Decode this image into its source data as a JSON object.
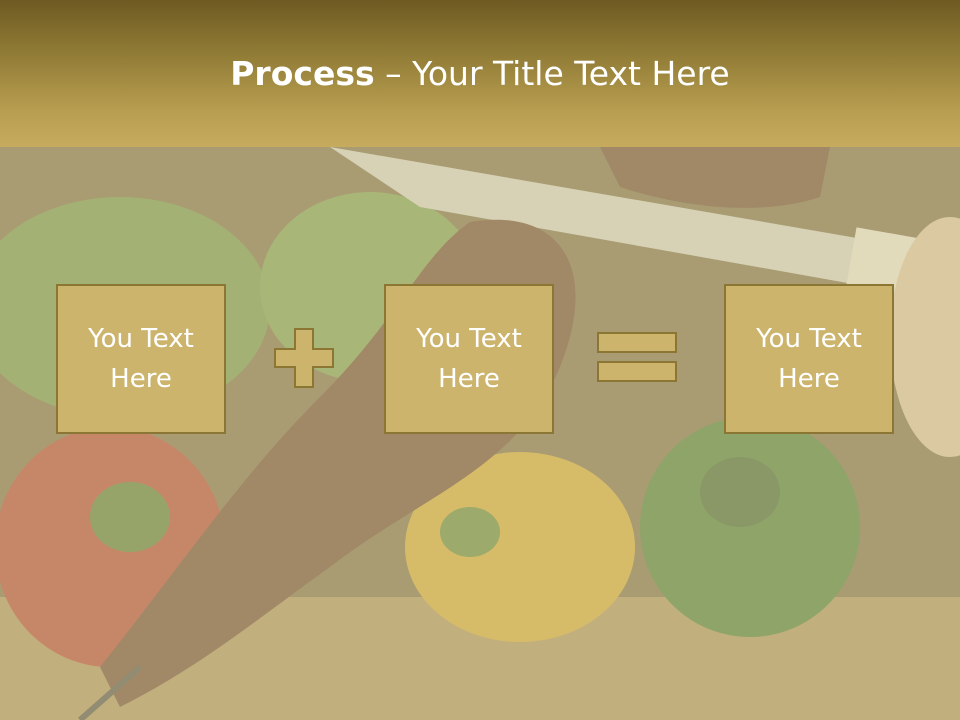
{
  "slide": {
    "title_bold": "Process",
    "title_rest": " – Your Title Text Here",
    "boxes": [
      {
        "text": "You Text Here"
      },
      {
        "text": "You Text Here"
      },
      {
        "text": "You Text Here"
      }
    ],
    "operators": [
      "plus",
      "equals"
    ]
  },
  "colors": {
    "header_top": "#6e5a22",
    "header_bottom": "#c6ab5e",
    "box_fill": "#cdb46c",
    "box_border": "#8c7634",
    "text": "#ffffff"
  }
}
